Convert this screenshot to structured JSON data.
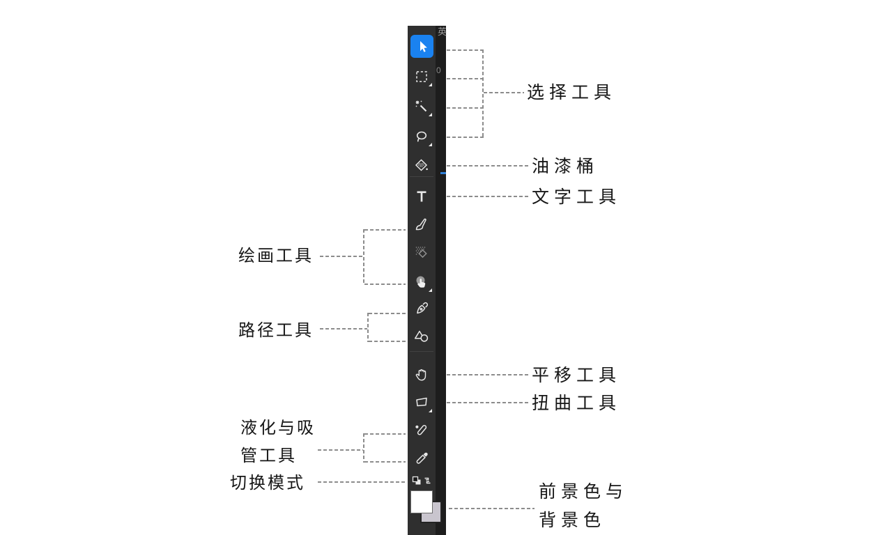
{
  "colors": {
    "toolbar_bg": "#2f2f2f",
    "strip_bg": "#1d1d1d",
    "selected_tool_bg": "#1a82f0",
    "icon": "#e8e8e8",
    "icon_dim": "#909090",
    "separator": "#424242",
    "dash": "#8c8c8c",
    "label_text": "#161616",
    "fg_swatch": "#ffffff",
    "bg_swatch": "#c9c5ce",
    "strip_accent": "#2e7fd6"
  },
  "toolbar": {
    "tools": [
      {
        "name": "move",
        "icon": "move-tool-icon",
        "selected": true
      },
      {
        "name": "marquee",
        "icon": "marquee-tool-icon",
        "flyout": true
      },
      {
        "name": "magic-wand",
        "icon": "magic-wand-icon",
        "flyout": true
      },
      {
        "name": "lasso",
        "icon": "lasso-tool-icon",
        "flyout": true
      },
      {
        "name": "paint-bucket",
        "icon": "paint-bucket-icon"
      },
      {
        "name": "text",
        "icon": "text-tool-icon"
      },
      {
        "name": "brush",
        "icon": "brush-tool-icon"
      },
      {
        "name": "eraser",
        "icon": "eraser-tool-icon",
        "dimmed": true
      },
      {
        "name": "smudge",
        "icon": "smudge-tool-icon",
        "flyout": true
      },
      {
        "name": "pen",
        "icon": "pen-tool-icon"
      },
      {
        "name": "shape",
        "icon": "shape-tool-icon"
      },
      {
        "name": "hand",
        "icon": "hand-tool-icon"
      },
      {
        "name": "distort",
        "icon": "distort-tool-icon",
        "flyout": true
      },
      {
        "name": "liquify",
        "icon": "liquify-tool-icon"
      },
      {
        "name": "eyedropper",
        "icon": "eyedropper-tool-icon"
      },
      {
        "name": "toggle-colors",
        "icon": "toggle-colors-icon"
      }
    ],
    "swatches": {
      "foreground": "#ffffff",
      "background": "#c9c5ce"
    },
    "strip": {
      "top_char": "英",
      "number": "0"
    }
  },
  "annotations": {
    "selection": {
      "label": "选择工具"
    },
    "bucket": {
      "label": "油漆桶"
    },
    "text": {
      "label": "文字工具"
    },
    "painting": {
      "label": "绘画工具"
    },
    "path": {
      "label": "路径工具"
    },
    "pan": {
      "label": "平移工具"
    },
    "distort": {
      "label": "扭曲工具"
    },
    "liquify": {
      "line1": "液化与吸",
      "line2": "管工具"
    },
    "toggle": {
      "label": "切换模式"
    },
    "fgbg": {
      "line1": "前景色与",
      "line2": "背景色"
    }
  }
}
